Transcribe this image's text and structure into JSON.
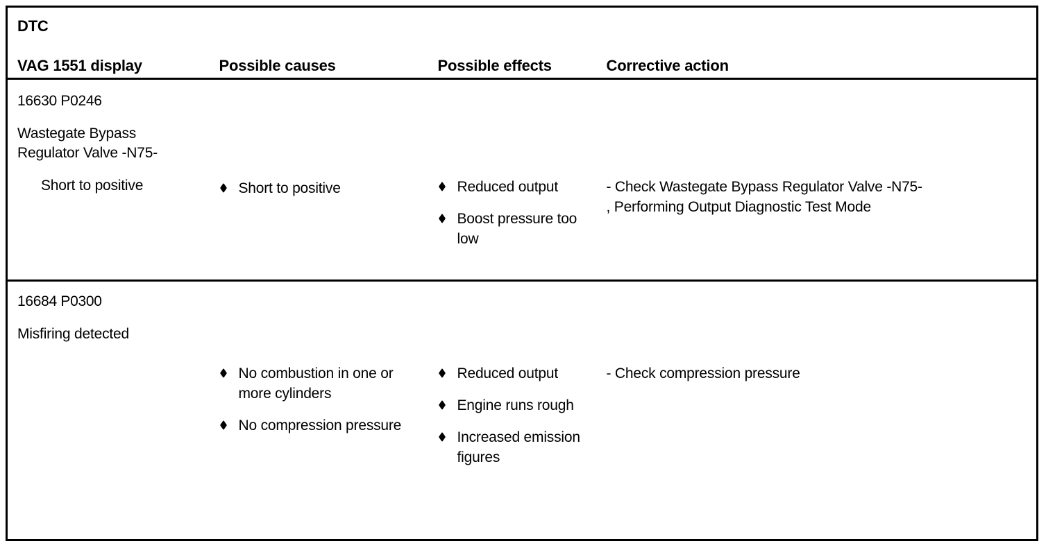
{
  "table": {
    "name": "dtc-fault-table",
    "headers": [
      {
        "id": "dtc",
        "line1": "DTC",
        "line2": "VAG 1551 display"
      },
      {
        "id": "causes",
        "line1": "",
        "line2": "Possible causes"
      },
      {
        "id": "effects",
        "line1": "",
        "line2": "Possible effects"
      },
      {
        "id": "action",
        "line1": "",
        "line2": "Corrective action"
      }
    ],
    "rows": [
      {
        "id": "row-16630",
        "dtc": {
          "code": "16630 P0246",
          "description_line1": "Wastegate Bypass",
          "description_line2": "Regulator Valve -N75-",
          "sub_condition": "Short to positive"
        },
        "possible_causes": [
          "Short to positive"
        ],
        "possible_effects": [
          "Reduced output",
          "Boost pressure too low"
        ],
        "corrective_action": "- Check Wastegate Bypass Regulator Valve -N75-\n, Performing Output Diagnostic Test Mode"
      },
      {
        "id": "row-16684",
        "dtc": {
          "code": "16684 P0300",
          "description_line1": "Misfiring detected",
          "description_line2": "",
          "sub_condition": ""
        },
        "possible_causes": [
          "No combustion in one or more cylinders",
          "No compression pressure"
        ],
        "possible_effects": [
          "Reduced output",
          "Engine runs rough",
          "Increased emission figures"
        ],
        "corrective_action": "- Check compression pressure"
      }
    ]
  },
  "icons": {
    "bullet": "diamond-bullet-icon"
  },
  "colors": {
    "border": "#000000",
    "text": "#000000",
    "background": "#ffffff"
  }
}
